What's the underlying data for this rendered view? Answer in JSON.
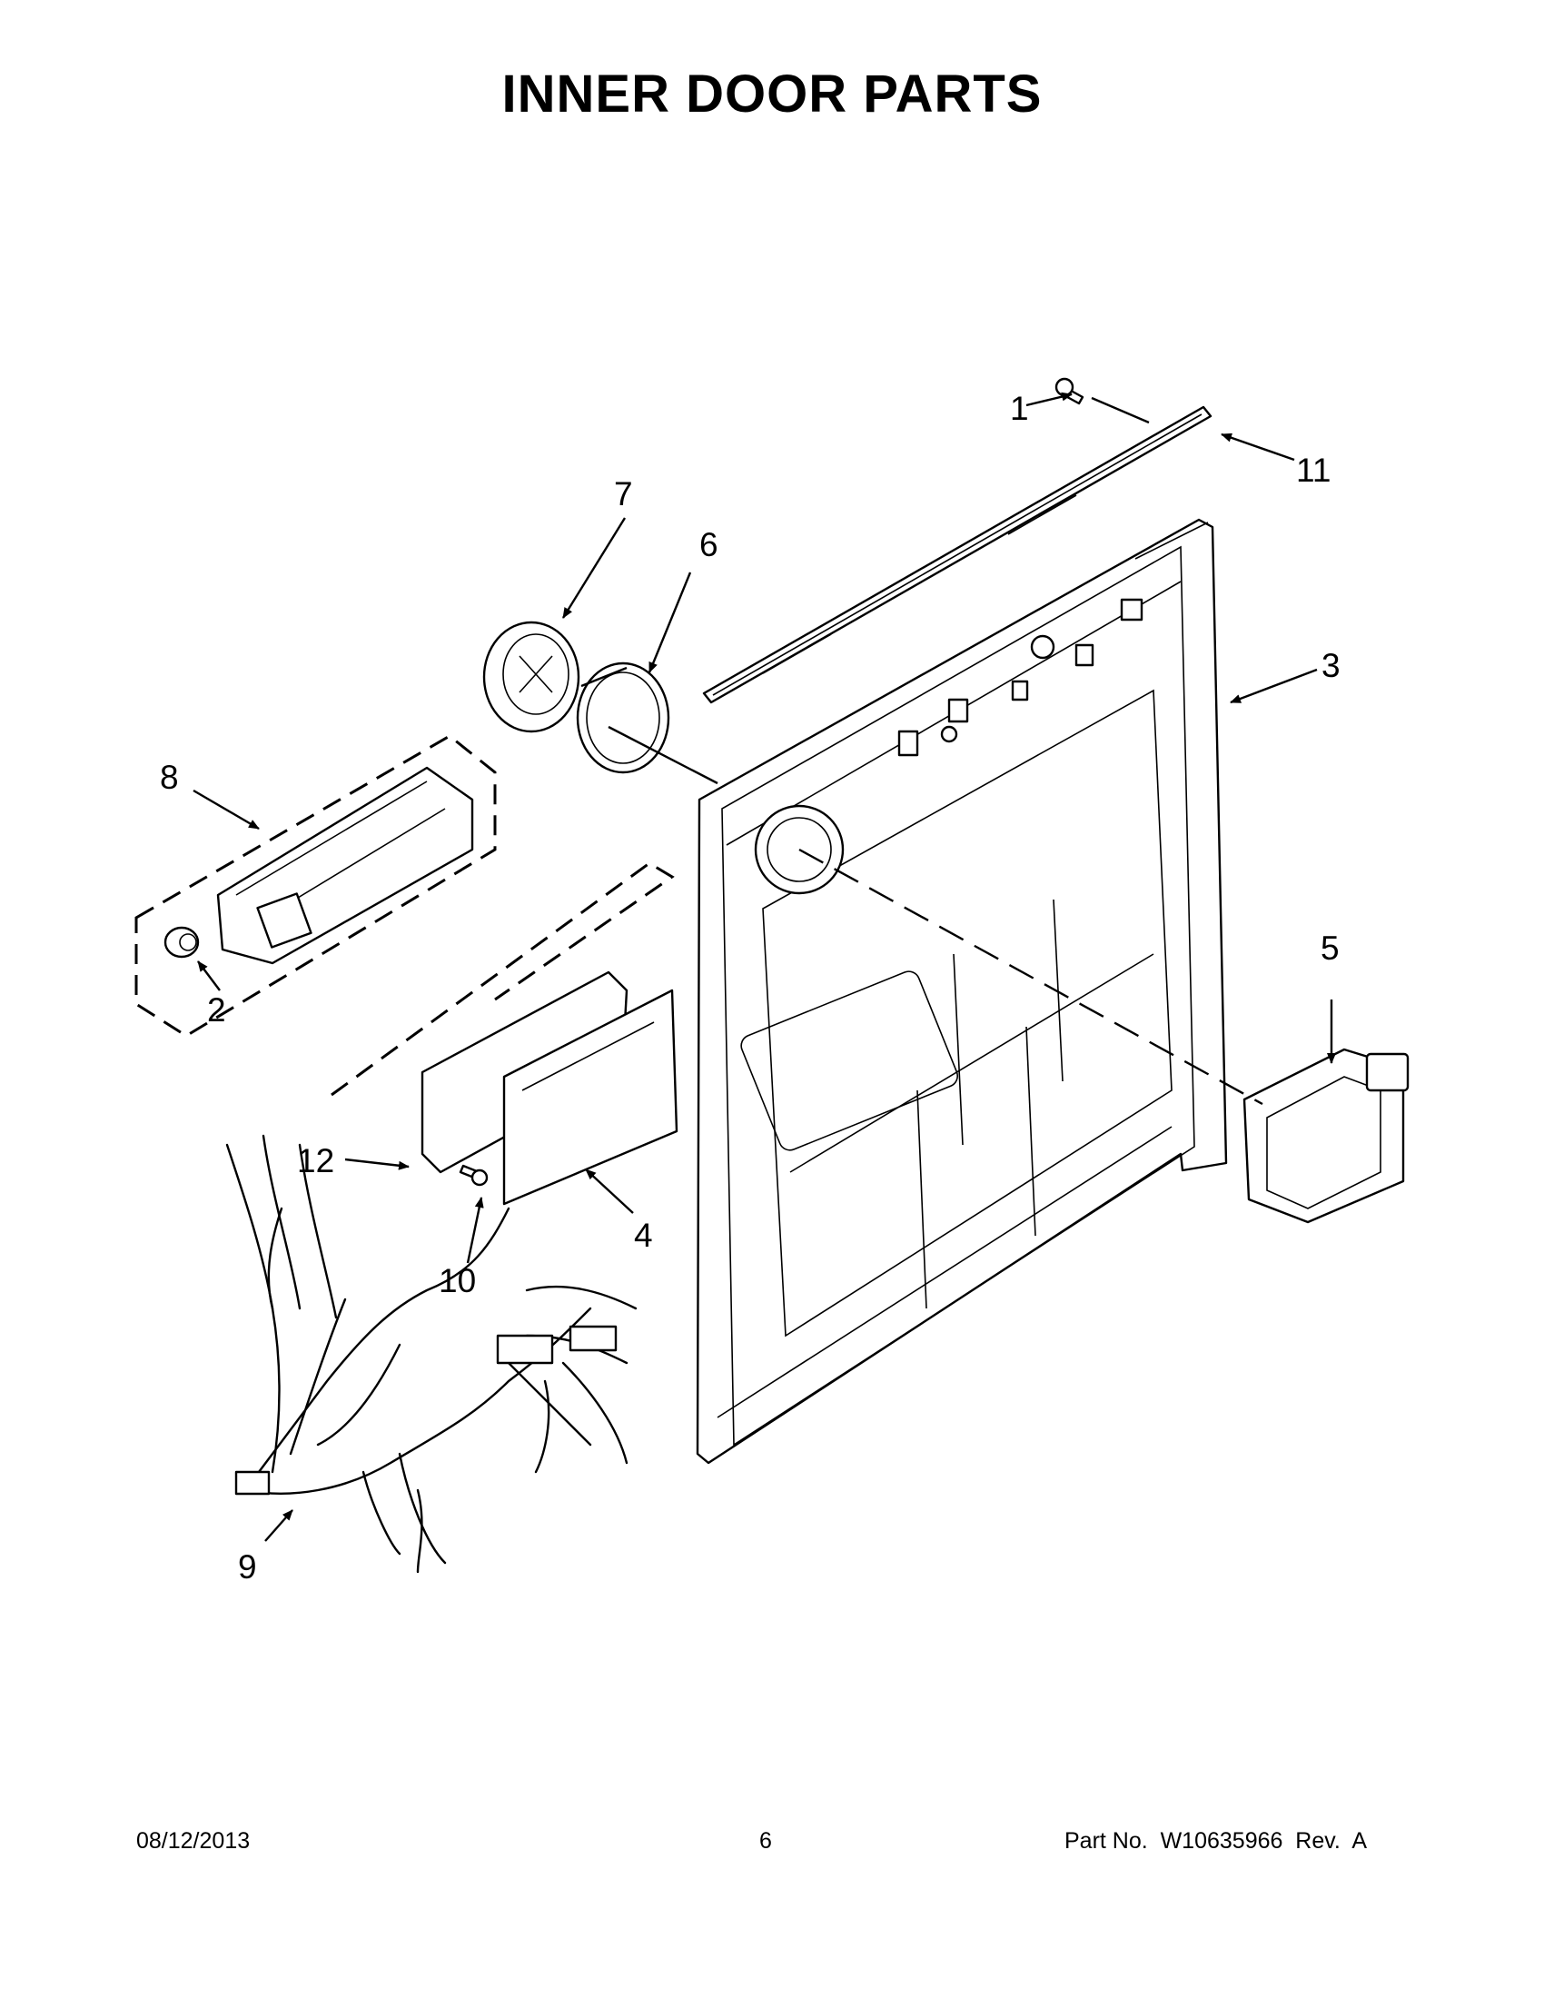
{
  "title": "INNER DOOR PARTS",
  "callouts": {
    "c1": "1",
    "c2": "2",
    "c3": "3",
    "c4": "4",
    "c5": "5",
    "c6": "6",
    "c7": "7",
    "c8": "8",
    "c9": "9",
    "c10": "10",
    "c11": "11",
    "c12": "12"
  },
  "footer": {
    "date": "08/12/2013",
    "page": "6",
    "part_no": "Part No.  W10635966  Rev.  A"
  }
}
